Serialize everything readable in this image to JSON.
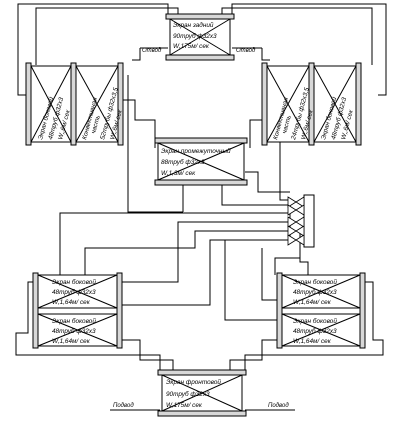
{
  "screens": {
    "rear": {
      "title": "Экран задний",
      "tubes": "90труб ф32х3",
      "speed": "W,175м/ сек"
    },
    "left_side": {
      "col1": "Экран боковой",
      "col2": "48труб ф32х3",
      "col3": "W,,6м/ сек",
      "col4": "Конвективная",
      "col5": "часть",
      "col6": "52трубы ф32х3,5",
      "col7": "W,,6м/ сек"
    },
    "right_side": {
      "col1": "Конвективная",
      "col2": "часть",
      "col3": "24трубы ф32х3,5",
      "col4": "W,,6м/ сек",
      "col5": "Экран боковой",
      "col6": "48труб ф32х3",
      "col7": "W,,6м/ сек"
    },
    "middle": {
      "title": "Экран промежуточный",
      "tubes": "88труб ф32х3",
      "speed": "W,1,3м/ сек"
    },
    "lower_left_top": {
      "title": "Экран боковой",
      "tubes": "48труб ф32х3",
      "speed": "W,1,64м/ сек"
    },
    "lower_left_bottom": {
      "title": "Экран боковой",
      "tubes": "48труб ф32х3",
      "speed": "W,1,64м/ сек"
    },
    "lower_right_top": {
      "title": "Экран боковой",
      "tubes": "48труб ф32х3",
      "speed": "W,1,64м/ сек"
    },
    "lower_right_bottom": {
      "title": "Экран боковой",
      "tubes": "48труб ф32х3",
      "speed": "W,1,64м/ сек"
    },
    "front": {
      "title": "Экран фронтовой",
      "tubes": "90труб ф32х3",
      "speed": "W,175м/ сек"
    }
  },
  "flows": {
    "outlet_left": "Отвод",
    "outlet_right": "Отвод",
    "inlet_left": "Подвод",
    "inlet_right": "Подвод"
  }
}
